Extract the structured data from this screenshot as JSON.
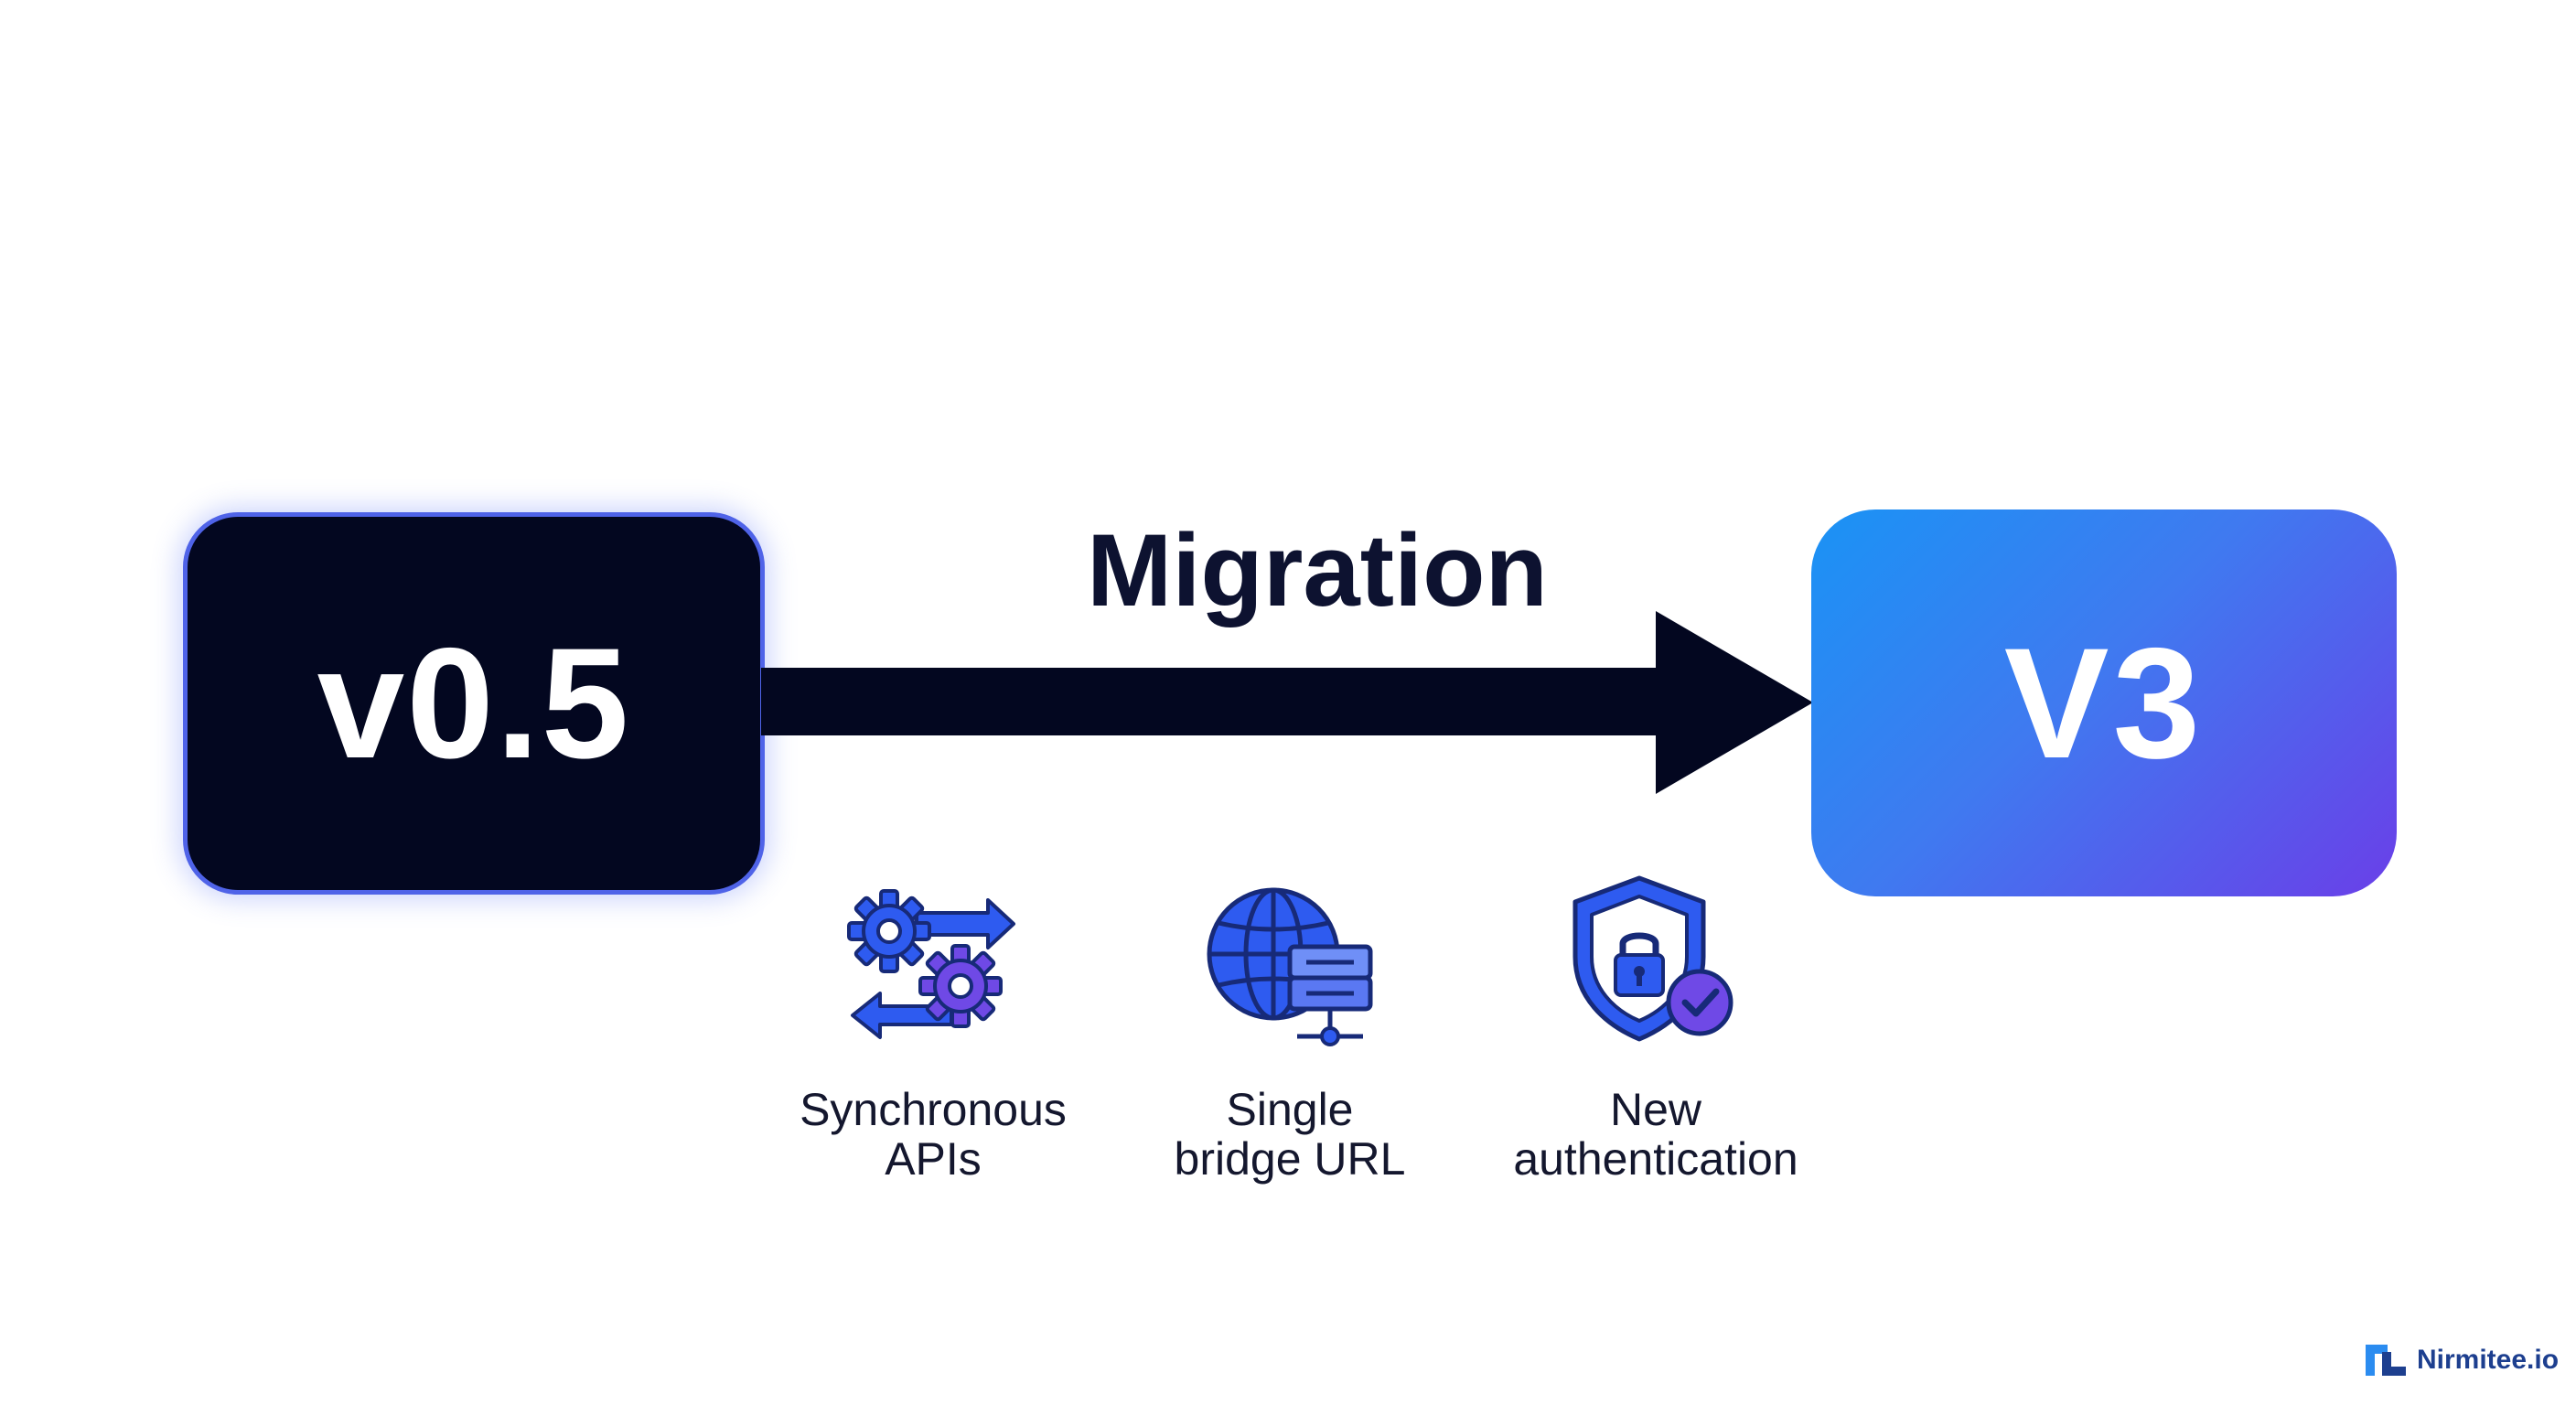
{
  "diagram": {
    "from_label": "v0.5",
    "to_label": "V3",
    "arrow_label": "Migration"
  },
  "features": [
    {
      "line1": "Synchronous",
      "line2": "APIs",
      "icon": "gears-arrows-icon"
    },
    {
      "line1": "Single",
      "line2": "bridge URL",
      "icon": "globe-server-icon"
    },
    {
      "line1": "New",
      "line2": "authentication",
      "icon": "shield-lock-check-icon"
    }
  ],
  "brand": {
    "name": "Nirmitee.io",
    "icon": "nirmitee-logo-icon"
  },
  "colors": {
    "source_box": "#030720",
    "source_border": "#4f63e8",
    "target_gradient_start": "#1a93f5",
    "target_gradient_end": "#6a3fe8",
    "arrow": "#030720",
    "icon_primary": "#2e5bf0",
    "icon_secondary": "#6f49e6",
    "icon_outline": "#172a78"
  }
}
